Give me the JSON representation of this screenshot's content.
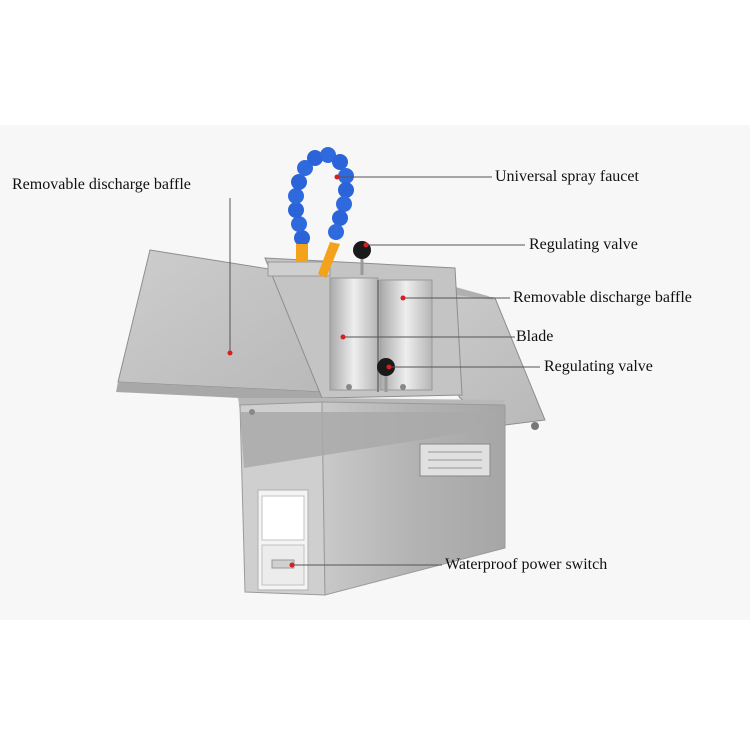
{
  "labels": {
    "left_baffle": "Removable discharge baffle",
    "spray_faucet": "Universal spray faucet",
    "valve_top": "Regulating valve",
    "right_baffle": "Removable discharge baffle",
    "blade": "Blade",
    "valve_bottom": "Regulating valve",
    "power_switch": "Waterproof power switch"
  },
  "colors": {
    "steel_light": "#d9d9d9",
    "steel_mid": "#bdbdbd",
    "steel_dark": "#9a9a9a",
    "hose_blue": "#2b63d8",
    "nozzle_orange": "#f2a31b",
    "marker_red": "#d81e1e",
    "knob_black": "#1a1a1a"
  }
}
